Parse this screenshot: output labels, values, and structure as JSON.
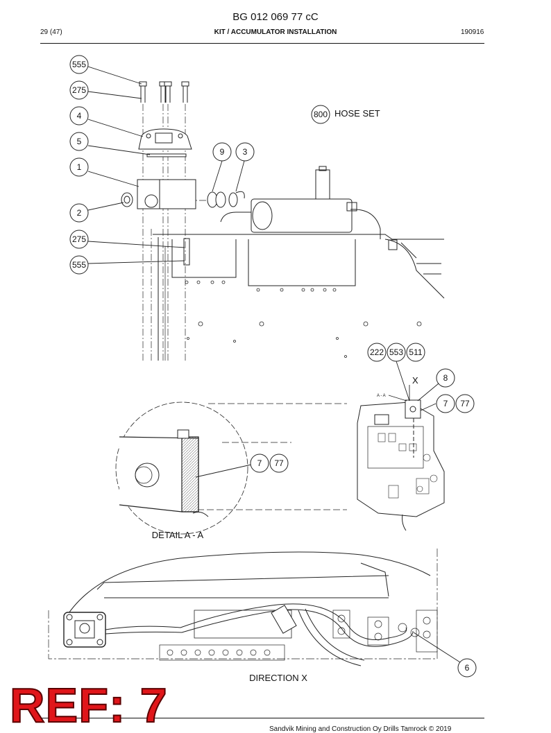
{
  "header": {
    "doc_id": "BG 012 069 77 cC",
    "page": "29 (47)",
    "title": "KIT / ACCUMULATOR INSTALLATION",
    "date_code": "190916"
  },
  "labels": {
    "hose_set": "HOSE SET",
    "detail": "DETAIL A - A",
    "direction": "DIRECTION X",
    "view_marker": "X",
    "section_marker": "A - A"
  },
  "callouts": {
    "c555_top": "555",
    "c275_top": "275",
    "c4": "4",
    "c5": "5",
    "c1": "1",
    "c2": "2",
    "c9": "9",
    "c3": "3",
    "c800": "800",
    "c275_bot": "275",
    "c555_bot": "555",
    "c222": "222",
    "c553": "553",
    "c511": "511",
    "c8": "8",
    "c7_right": "7",
    "c77_right": "77",
    "c7_detail": "7",
    "c77_detail": "77",
    "c6": "6"
  },
  "stamp": "REF: 7",
  "footer": "Sandvik Mining and Construction Oy Drills Tamrock © 2019"
}
